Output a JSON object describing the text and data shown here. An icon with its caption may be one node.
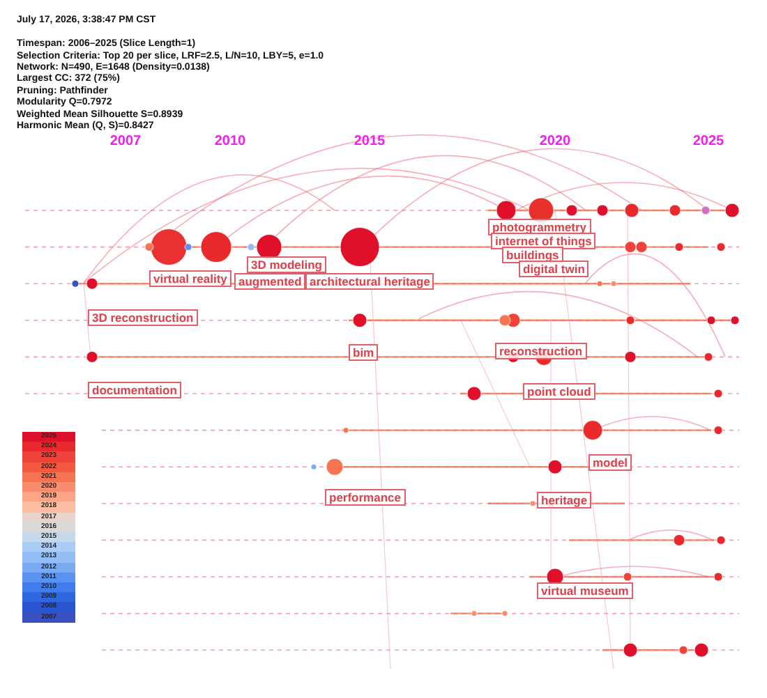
{
  "diagram": {
    "nodes": [
      {
        "text": [
          "photogrammetry"
        ]
      },
      {
        "text": [
          "internet of things"
        ]
      },
      {
        "text": [
          "buildings"
        ]
      },
      {
        "text": [
          "digital twin"
        ]
      },
      {
        "text": [
          "virtual reality"
        ]
      },
      {
        "text": [
          "3D modeling"
        ]
      },
      {
        "text": [
          "augmented"
        ]
      },
      {
        "text": [
          "architectural heritage"
        ]
      },
      {
        "text": [
          "3D reconstruction"
        ]
      },
      {
        "text": [
          "bim"
        ]
      },
      {
        "text": [
          "reconstruction"
        ]
      },
      {
        "text": [
          "documentation"
        ]
      },
      {
        "text": [
          "point cloud"
        ]
      },
      {
        "text": [
          "model"
        ]
      },
      {
        "text": [
          "performance"
        ]
      },
      {
        "text": [
          "heritage"
        ]
      },
      {
        "text": [
          "virtual museum"
        ]
      }
    ],
    "edges": [],
    "labels": [
      "July 17, 2026, 3:38:47 PM CST",
      "Timespan: 2006–2025 (Slice Length=1)",
      "Selection Criteria: Top 20 per slice, LRF=2.5, L/N=10, LBY=5, e=1.0",
      "Network: N=490, E=1648 (Density=0.0138)",
      "Largest CC: 372 (75%)",
      "Pruning: Pathfinder",
      "Modularity Q=0.7972",
      "Weighted Mean Silhouette S=0.8939",
      "Harmonic Mean (Q, S)=0.8427",
      "2007",
      "2010",
      "2015",
      "2020",
      "2025"
    ],
    "legend": [
      {
        "text": "2025",
        "color": "#e0102a"
      },
      {
        "text": "2024",
        "color": "#e82a2c"
      },
      {
        "text": "2023",
        "color": "#f0443a"
      },
      {
        "text": "2022",
        "color": "#f55a40"
      },
      {
        "text": "2021",
        "color": "#f77452"
      },
      {
        "text": "2020",
        "color": "#f98c6c"
      },
      {
        "text": "2019",
        "color": "#fba486"
      },
      {
        "text": "2018",
        "color": "#fbbca2"
      },
      {
        "text": "2017",
        "color": "#e8d4ca"
      },
      {
        "text": "2016",
        "color": "#d9d9d9"
      },
      {
        "text": "2015",
        "color": "#c6d9ea"
      },
      {
        "text": "2014",
        "color": "#a9cdf5"
      },
      {
        "text": "2013",
        "color": "#92bdf5"
      },
      {
        "text": "2012",
        "color": "#7aaaf2"
      },
      {
        "text": "2011",
        "color": "#5a93ef"
      },
      {
        "text": "2010",
        "color": "#3f7ded"
      },
      {
        "text": "2009",
        "color": "#2e67e0"
      },
      {
        "text": "2008",
        "color": "#2a55d0"
      },
      {
        "text": "2007",
        "color": "#3a4fc0"
      }
    ]
  }
}
